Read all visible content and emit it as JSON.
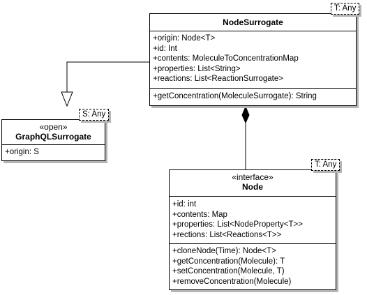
{
  "classes": {
    "node_surrogate": {
      "name": "NodeSurrogate",
      "type_param": "T: Any",
      "attributes": [
        "+origin: Node<T>",
        "+id: Int",
        "+contents: MoleculeToConcentrationMap",
        "+properties: List<String>",
        "+reactions: List<ReactionSurrogate>"
      ],
      "methods": [
        "+getConcentration(MoleculeSurrogate): String"
      ]
    },
    "graphql_surrogate": {
      "stereotype": "«open»",
      "name": "GraphQLSurrogate",
      "type_param": "S: Any",
      "attributes": [
        "+origin: S"
      ]
    },
    "node": {
      "stereotype": "«interface»",
      "name": "Node",
      "type_param": "T: Any",
      "attributes": [
        "+id: int",
        "+contents: Map",
        "+properties: List<NodeProperty<T>>",
        "+rections: List<Reactions<T>>"
      ],
      "methods": [
        "+cloneNode(Time): Node<T>",
        "+getConcentration(Molecule): T",
        "+setConcentration(Molecule, T)",
        "+removeConcentration(Molecule)"
      ]
    }
  },
  "relations": [
    {
      "kind": "generalization",
      "from": "NodeSurrogate",
      "to": "GraphQLSurrogate"
    },
    {
      "kind": "composition",
      "whole": "NodeSurrogate",
      "part": "Node"
    }
  ]
}
